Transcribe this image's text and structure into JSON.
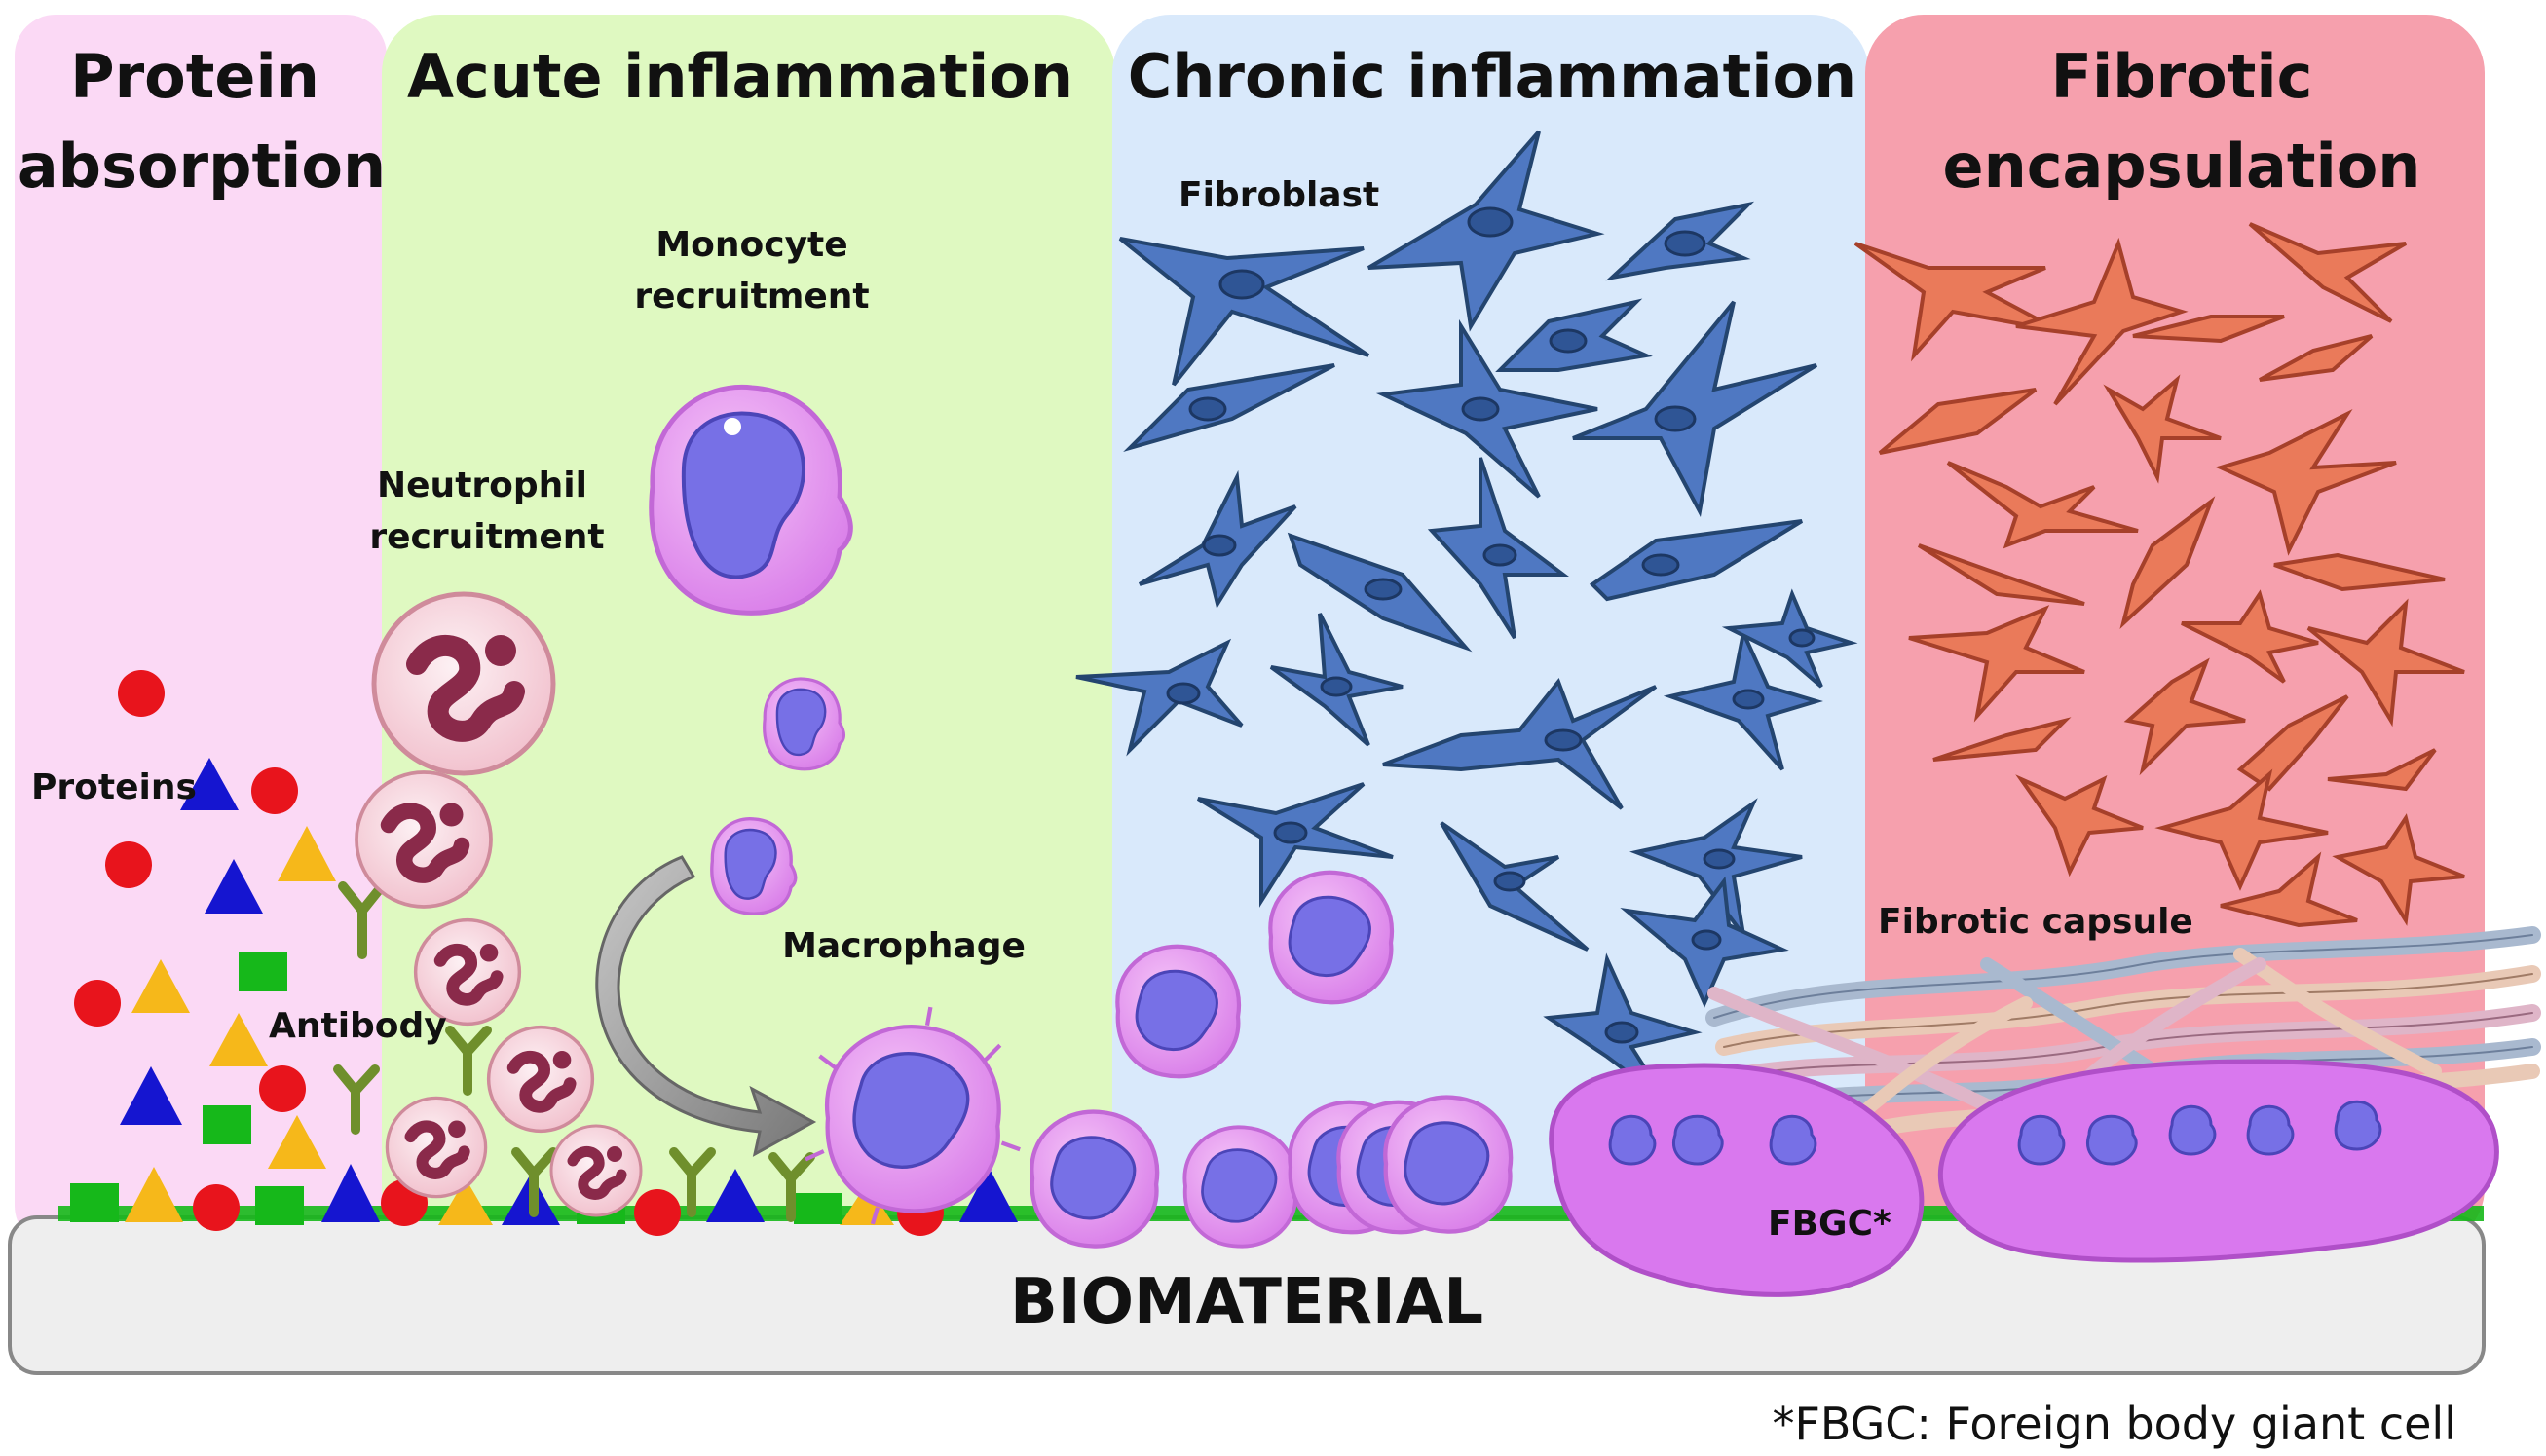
{
  "panels": {
    "protein": {
      "title_line1": "Protein",
      "title_line2": "absorption",
      "color": "#fbd9f5"
    },
    "acute": {
      "title": "Acute inflammation",
      "color": "#dff9c1"
    },
    "chronic": {
      "title": "Chronic inflammation",
      "color": "#d9e9fb"
    },
    "fibrotic": {
      "title_line1": "Fibrotic",
      "title_line2": "encapsulation",
      "color": "#f6a0ad"
    }
  },
  "labels": {
    "proteins": "Proteins",
    "antibody": "Antibody",
    "neutrophil_line1": "Neutrophil",
    "neutrophil_line2": "recruitment",
    "monocyte_line1": "Monocyte",
    "monocyte_line2": "recruitment",
    "macrophage": "Macrophage",
    "fibroblast": "Fibroblast",
    "fibrotic_capsule": "Fibrotic capsule",
    "fbgc": "FBGC*"
  },
  "biomaterial": {
    "label": "BIOMATERIAL",
    "color": "#eeeeee"
  },
  "footnote": "*FBGC: Foreign body giant cell",
  "colors": {
    "protein_red": "#e8141c",
    "protein_blue": "#1515d0",
    "protein_yellow": "#f6b81a",
    "protein_green": "#16b81a",
    "antibody": "#6f8f2c",
    "neutrophil": "#f7d3dc",
    "neutrophil_nucleus": "#8a2a4a",
    "macrophage": "#e58ef0",
    "macrophage_nucleus": "#7770e6",
    "fibroblast": "#4f78c2",
    "fibrotic_fibroblast": "#ea7a5a",
    "fbgc": "#d978ee"
  }
}
